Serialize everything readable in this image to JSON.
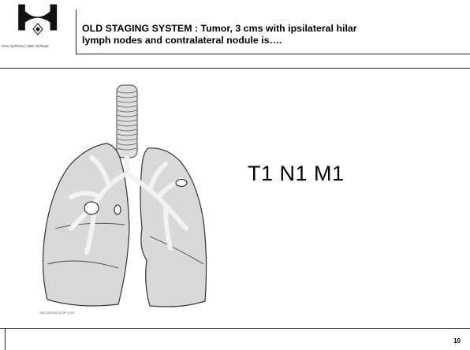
{
  "header": {
    "logo_caption": "CHU St-Pierre | UMC St-Pieter",
    "title_line1": "OLD STAGING SYSTEM : Tumor, 3 cms with ipsilateral hilar",
    "title_line2": "lymph nodes and contralateral nodule is…."
  },
  "illustration": {
    "caption": "SAFUDSON JOOP 1000"
  },
  "main": {
    "staging": "T1 N1 M1"
  },
  "footer": {
    "page_number": "10"
  }
}
